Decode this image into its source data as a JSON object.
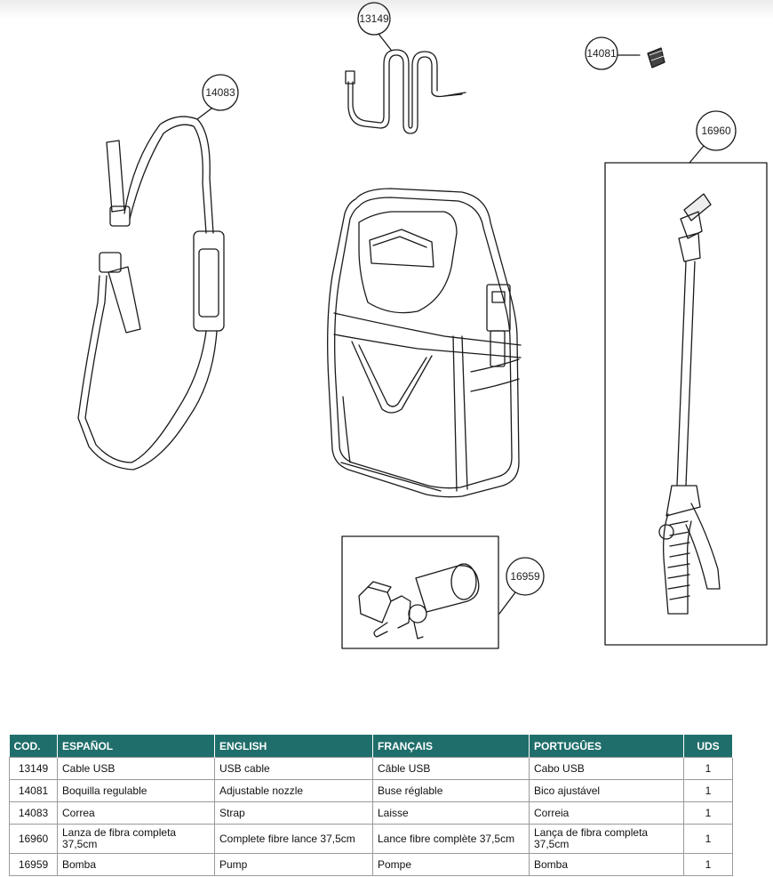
{
  "callouts": {
    "cable": "13149",
    "nozzle": "14081",
    "strap": "14083",
    "lance": "16960",
    "pump": "16959"
  },
  "table": {
    "headers": [
      "COD.",
      "ESPAÑOL",
      "ENGLISH",
      "FRANÇAIS",
      "PORTUGÛES",
      "UDS"
    ],
    "rows": [
      {
        "code": "13149",
        "es": "Cable USB",
        "en": "USB cable",
        "fr": "Câble USB",
        "pt": "Cabo USB",
        "qty": "1"
      },
      {
        "code": "14081",
        "es": "Boquilla regulable",
        "en": "Adjustable nozzle",
        "fr": "Buse réglable",
        "pt": "Bico ajustável",
        "qty": "1"
      },
      {
        "code": "14083",
        "es": "Correa",
        "en": "Strap",
        "fr": "Laisse",
        "pt": "Correia",
        "qty": "1"
      },
      {
        "code": "16960",
        "es": "Lanza de fibra completa 37,5cm",
        "en": "Complete fibre lance 37,5cm",
        "fr": "Lance fibre complète 37,5cm",
        "pt": "Lança de fibra completa 37,5cm",
        "qty": "1"
      },
      {
        "code": "16959",
        "es": "Bomba",
        "en": "Pump",
        "fr": "Pompe",
        "pt": "Bomba",
        "qty": "1"
      }
    ]
  },
  "colors": {
    "header_bg": "#1f6e6b",
    "line": "#1a1a1a"
  }
}
